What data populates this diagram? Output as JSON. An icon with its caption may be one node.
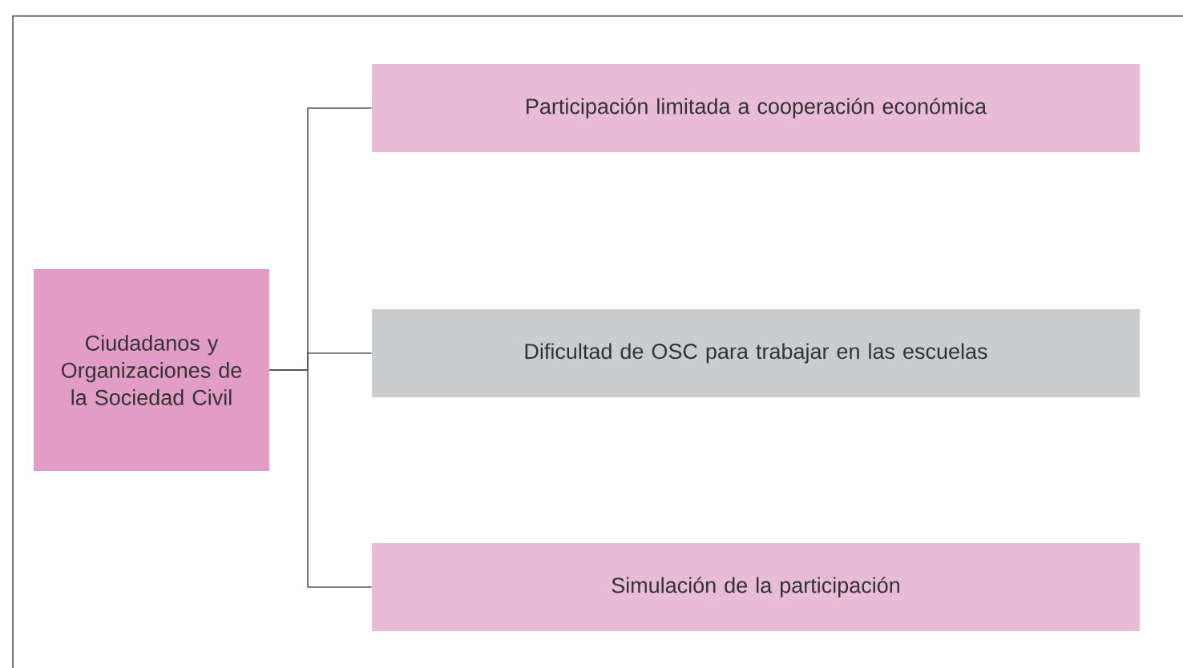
{
  "diagram": {
    "nodes": [
      {
        "text": [
          "Ciudadanos y Organizaciones de la Sociedad Civil"
        ]
      },
      {
        "text": [
          "Participación limitada a cooperación económica"
        ]
      },
      {
        "text": [
          "Dificultad de OSC para trabajar en las escuelas"
        ]
      },
      {
        "text": [
          "Simulación de la participación"
        ]
      }
    ],
    "edges": [
      {
        "from": 0,
        "to": 1,
        "arrow": "none"
      },
      {
        "from": 0,
        "to": 2,
        "arrow": "none"
      },
      {
        "from": 0,
        "to": 3,
        "arrow": "none"
      }
    ]
  }
}
